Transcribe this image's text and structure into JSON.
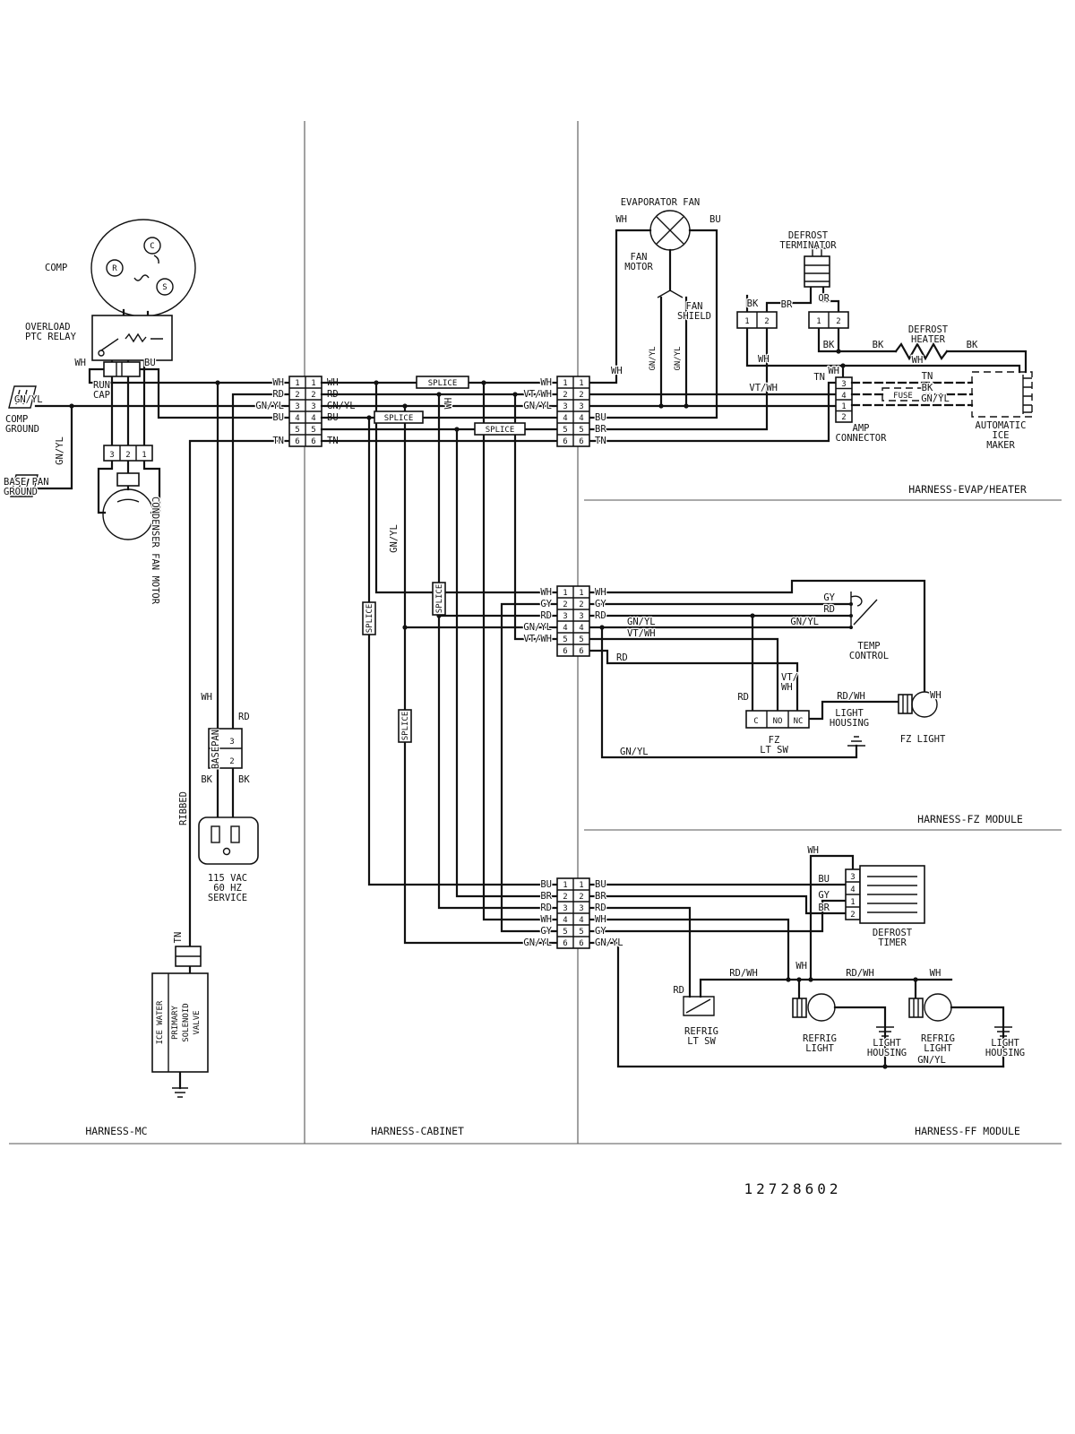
{
  "part_number": "12728602",
  "sections": {
    "mc": "HARNESS-MC",
    "cabinet": "HARNESS-CABINET",
    "evap": "HARNESS-EVAP/HEATER",
    "fz": "HARNESS-FZ MODULE",
    "ff": "HARNESS-FF MODULE"
  },
  "w": {
    "wh": "WH",
    "rd": "RD",
    "gnyl": "GN/YL",
    "bu": "BU",
    "tn": "TN",
    "bk": "BK",
    "br": "BR",
    "or": "OR",
    "gy": "GY",
    "vtwh": "VT/WH",
    "rdwh": "RD/WH",
    "vt": "VT/"
  },
  "c": {
    "comp": "COMP",
    "overload1": "OVERLOAD",
    "overload2": "PTC RELAY",
    "runcap1": "RUN",
    "runcap2": "CAP",
    "compground1": "COMP",
    "compground2": "GROUND",
    "basepanground1": "BASE PAN",
    "basepanground2": "GROUND",
    "condfan": "CONDENSER FAN MOTOR",
    "basepan": "BASEPAN",
    "ribbed": "RIBBED",
    "svc1": "115 VAC",
    "svc2": "60 HZ",
    "svc3": "SERVICE",
    "sol1": "ICE WATER",
    "sol2": "PRIMARY",
    "sol3": "SOLENOID",
    "sol4": "VALVE",
    "evapfan": "EVAPORATOR FAN",
    "fanmotor1": "FAN",
    "fanmotor2": "MOTOR",
    "fanshield1": "FAN",
    "fanshield2": "SHIELD",
    "defterm1": "DEFROST",
    "defterm2": "TERMINATOR",
    "defheat1": "DEFROST",
    "defheat2": "HEATER",
    "amp1": "AMP",
    "amp2": "CONNECTOR",
    "fuse": "FUSE",
    "icemaker1": "AUTOMATIC",
    "icemaker2": "ICE",
    "icemaker3": "MAKER",
    "temp1": "TEMP",
    "temp2": "CONTROL",
    "fzsw1": "FZ",
    "fzsw2": "LT SW",
    "housing1": "LIGHT",
    "housing2": "HOUSING",
    "fzlight": "FZ LIGHT",
    "deftimer1": "DEFROST",
    "deftimer2": "TIMER",
    "refsw1": "REFRIG",
    "refsw2": "LT SW",
    "reflight1": "REFRIG",
    "reflight2": "LIGHT",
    "splice": "SPLICE",
    "sw_c": "C",
    "sw_no": "NO",
    "sw_nc": "NC",
    "term_r": "R",
    "term_c": "C",
    "term_s": "S"
  },
  "pins": [
    "1",
    "2",
    "3",
    "4",
    "5",
    "6"
  ],
  "relay_pins": [
    "3",
    "2",
    "1"
  ],
  "amp_pins": [
    "3",
    "4",
    "1",
    "2"
  ],
  "timer_pins": [
    "3",
    "4",
    "1",
    "2"
  ],
  "basepan_pins": [
    "3",
    "2"
  ]
}
